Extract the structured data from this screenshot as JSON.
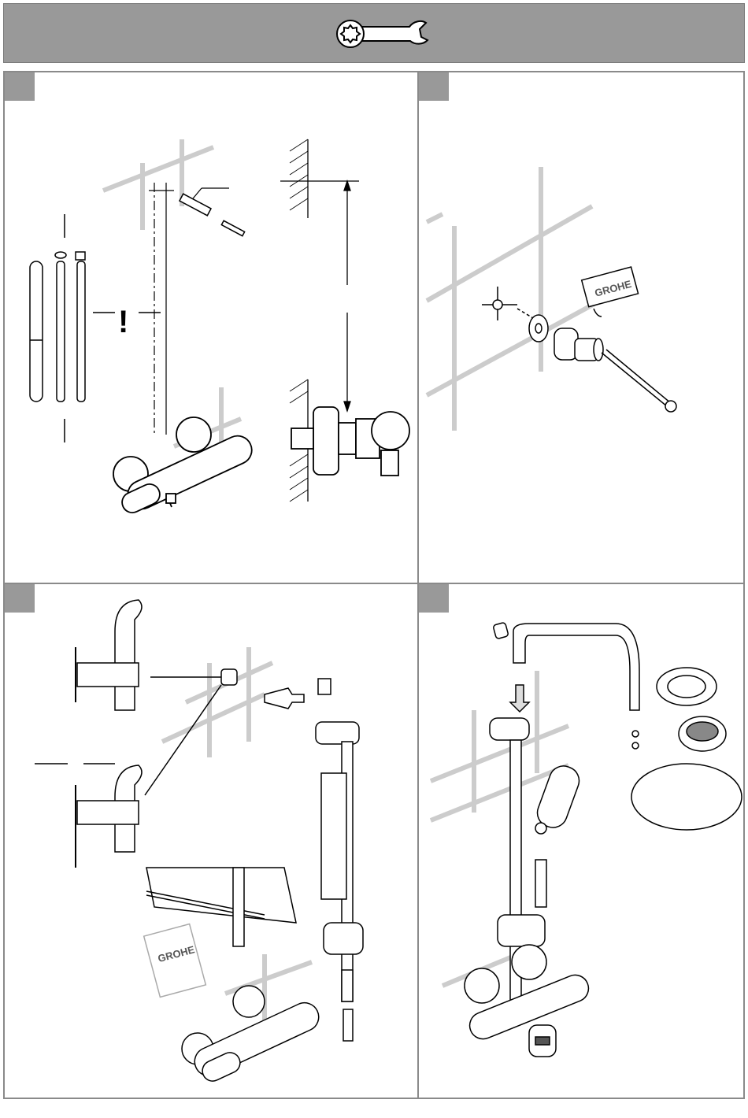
{
  "header": {
    "icon": "wrench-icon"
  },
  "panels": [
    {
      "name": "step-1",
      "illustration": "wall-mounting-thermostat",
      "warning_mark": "!",
      "brand": ""
    },
    {
      "name": "step-2",
      "illustration": "wall-anchor-connector",
      "brand": "GROHE"
    },
    {
      "name": "step-3",
      "illustration": "shower-rail-assembly",
      "brand": "GROHE"
    },
    {
      "name": "step-4",
      "illustration": "head-shower-hand-shower-install",
      "brand": ""
    }
  ],
  "colors": {
    "header_bg": "#999999",
    "tab_bg": "#999999",
    "line": "#000000",
    "tile": "#cccccc"
  }
}
